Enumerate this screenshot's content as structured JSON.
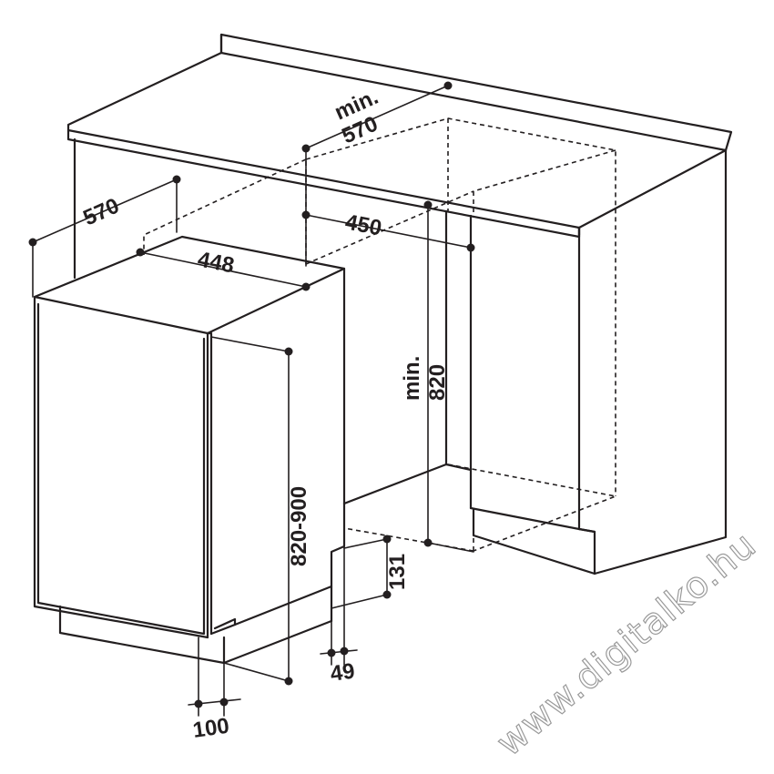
{
  "dimensions": {
    "niche_depth_min": {
      "prefix": "min.",
      "value": "570"
    },
    "appliance_depth": "570",
    "niche_width": "450",
    "appliance_width": "448",
    "niche_height_min": {
      "prefix": "min.",
      "value": "820"
    },
    "appliance_height": "820-900",
    "plinth_height": "131",
    "plinth_recess": "49",
    "door_offset": "100"
  },
  "watermark": "www.digitalko.hu"
}
